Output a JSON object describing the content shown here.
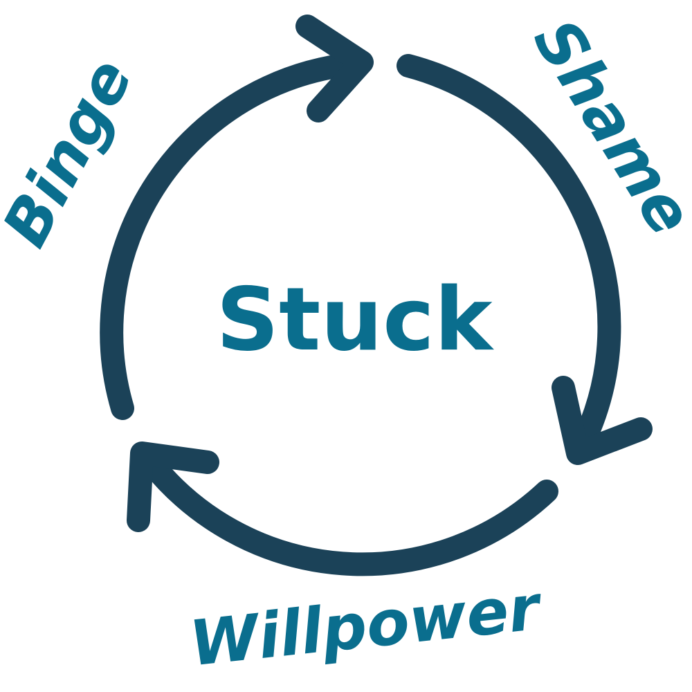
{
  "diagram": {
    "center_label": "Stuck",
    "stages": {
      "binge": "Binge",
      "shame": "Shame",
      "willpower": "Willpower"
    }
  },
  "colors": {
    "background": "#ffffff",
    "arrow": "#1b4258",
    "text": "#0a6e8e"
  }
}
